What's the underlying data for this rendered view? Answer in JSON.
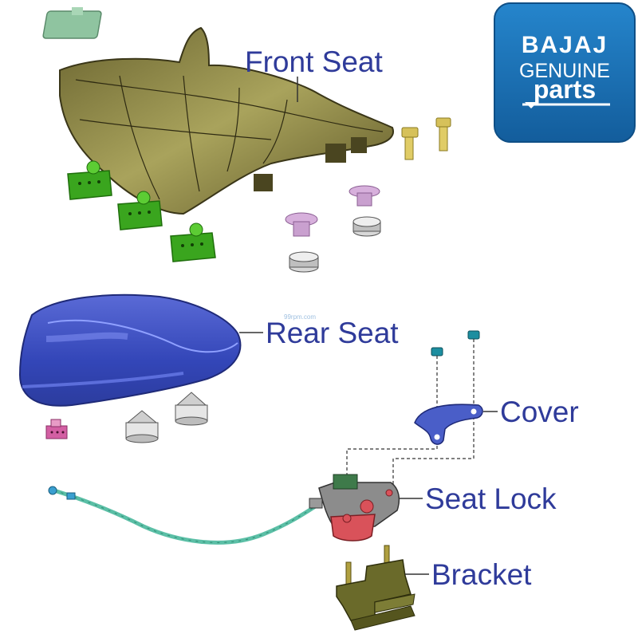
{
  "logo": {
    "brand": "BAJAJ",
    "line1": "GENUINE",
    "line2": "parts",
    "bg_color": "#1a73b8"
  },
  "watermark": "99rpm.com",
  "labels": {
    "front_seat": "Front Seat",
    "rear_seat": "Rear Seat",
    "cover": "Cover",
    "seat_lock": "Seat Lock",
    "bracket": "Bracket"
  },
  "colors": {
    "label_text": "#2f3b9a",
    "front_seat": "#8a8442",
    "rear_seat": "#3d4fc0",
    "rubber_clips": "#3aa51e",
    "grommets": "#c9a0cf",
    "cable": "#5bbfa6",
    "lock_body": "#d9525a",
    "bracket": "#6a6a2a"
  }
}
